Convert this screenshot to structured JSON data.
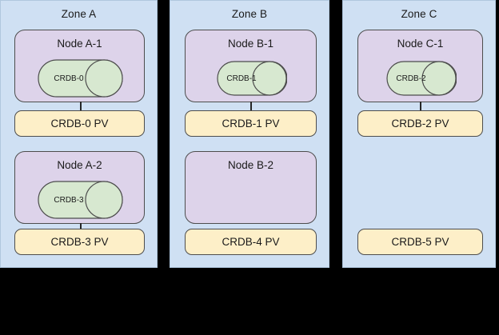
{
  "diagram": {
    "title_visible": false,
    "background_color": "#000000",
    "zone_color": "#CFE0F3",
    "node_color": "#DDD3EA",
    "pod_color": "#D7E8D0",
    "pv_color": "#FDEFC8",
    "stroke_color": "#4d4d4d"
  },
  "zones": [
    {
      "id": "zone-a",
      "label": "Zone A",
      "nodes": [
        {
          "id": "node-a1",
          "label": "Node A-1",
          "pod": {
            "label": "CRDB-0"
          },
          "connector": true
        },
        {
          "id": "node-a2",
          "label": "Node A-2",
          "pod": {
            "label": "CRDB-3"
          },
          "connector": true
        }
      ],
      "volumes": [
        {
          "id": "pv-0",
          "label": "CRDB-0 PV"
        },
        {
          "id": "pv-3",
          "label": "CRDB-3 PV"
        }
      ]
    },
    {
      "id": "zone-b",
      "label": "Zone B",
      "nodes": [
        {
          "id": "node-b1",
          "label": "Node B-1",
          "pod": {
            "label": "CRDB-1"
          },
          "connector": true
        },
        {
          "id": "node-b2",
          "label": "Node B-2",
          "pod": null,
          "connector": false
        }
      ],
      "volumes": [
        {
          "id": "pv-1",
          "label": "CRDB-1 PV"
        },
        {
          "id": "pv-4",
          "label": "CRDB-4 PV"
        }
      ]
    },
    {
      "id": "zone-c",
      "label": "Zone C",
      "nodes": [
        {
          "id": "node-c1",
          "label": "Node C-1",
          "pod": {
            "label": "CRDB-2"
          },
          "connector": true
        }
      ],
      "volumes": [
        {
          "id": "pv-2",
          "label": "CRDB-2 PV"
        },
        {
          "id": "pv-5",
          "label": "CRDB-5 PV"
        }
      ]
    }
  ]
}
